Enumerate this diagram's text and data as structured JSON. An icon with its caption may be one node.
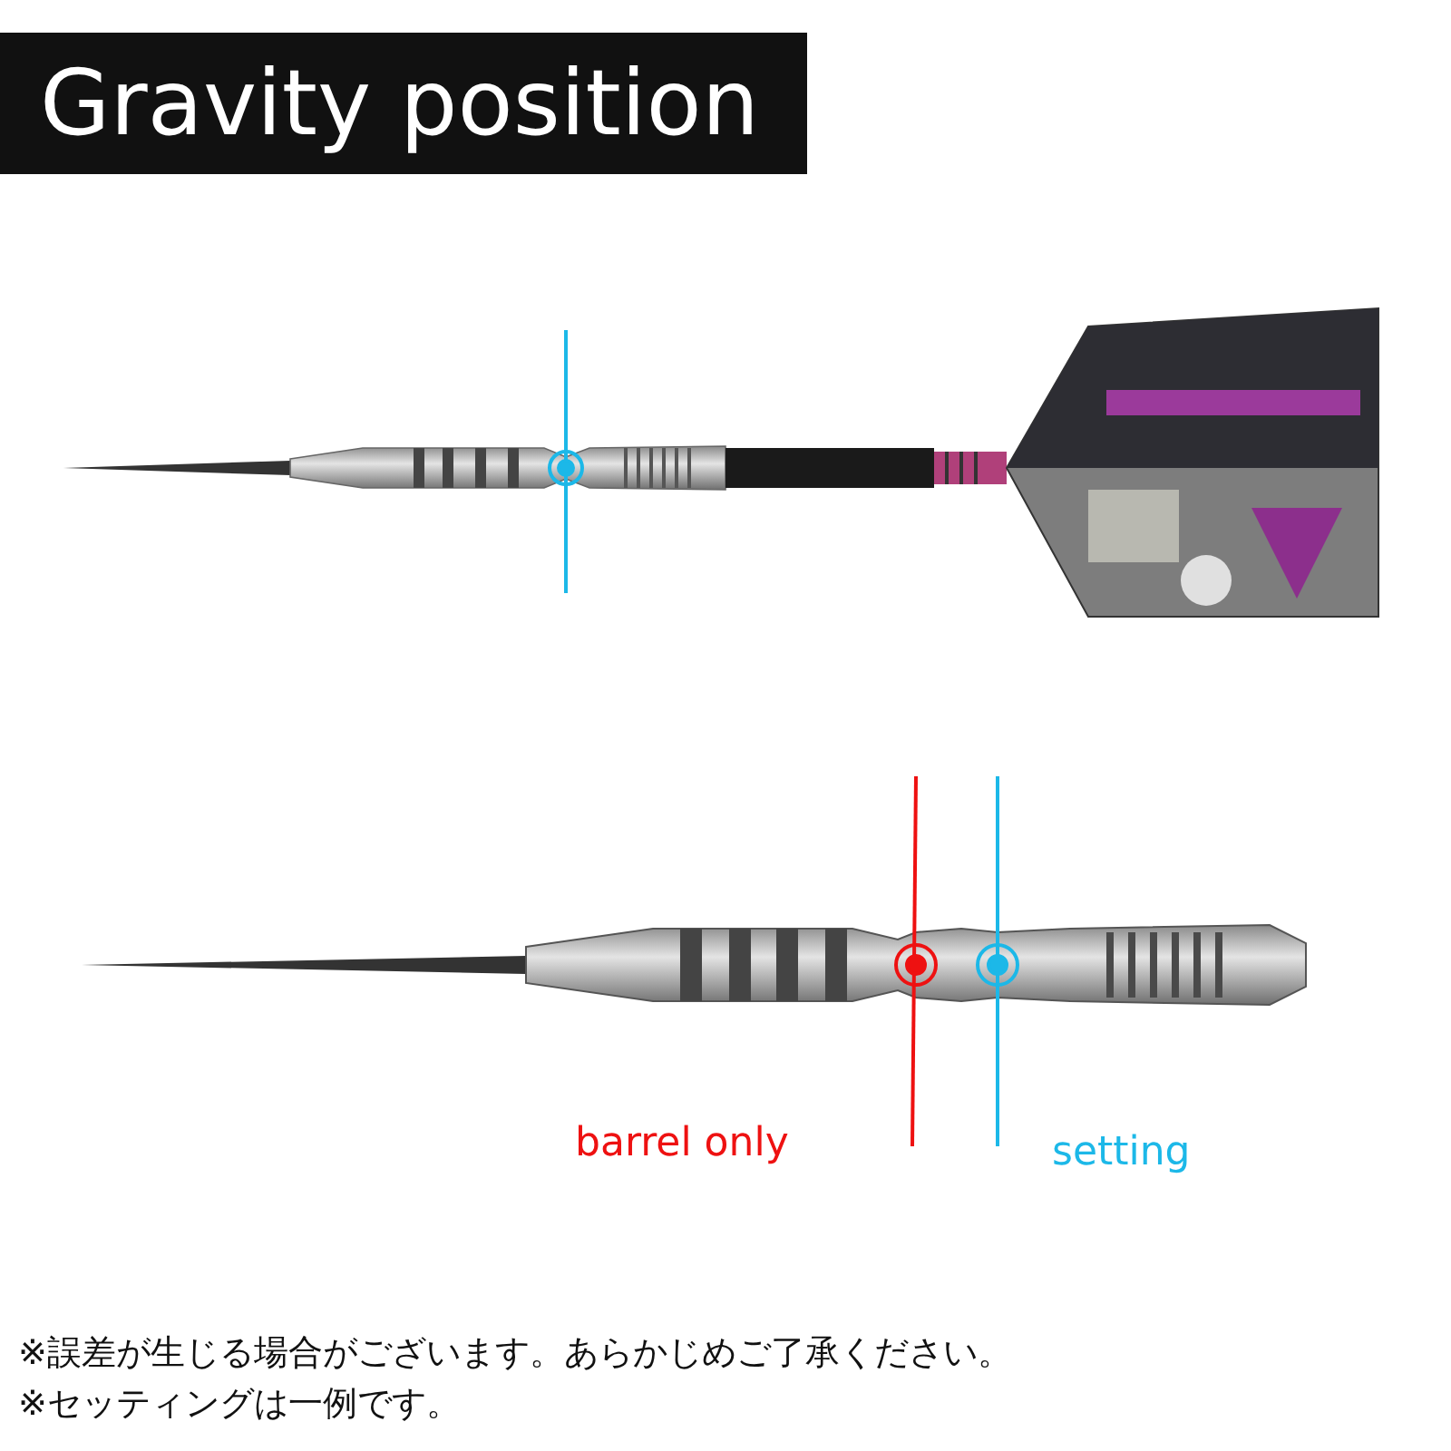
{
  "diagram": {
    "title": "Gravity position",
    "labels": [
      "barrel only",
      "setting",
      "※誤差が生じる場合がございます。あらかじめご了承ください。",
      "※セッティングは一例です。"
    ]
  }
}
